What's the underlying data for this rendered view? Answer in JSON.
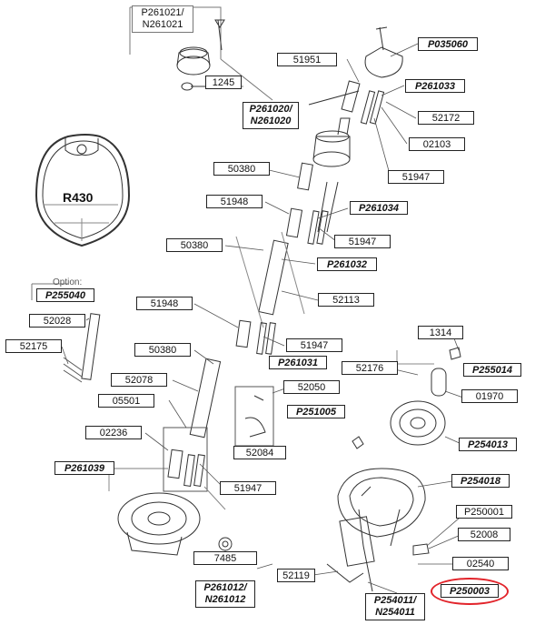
{
  "profile_label": "R430",
  "option_label": "Option:",
  "highlight_part": "P250003",
  "parts": {
    "p261021": "P261021/\nN261021",
    "p1245": "1245",
    "p51951": "51951",
    "p035060": "P035060",
    "p261033": "P261033",
    "p52172": "52172",
    "p02103": "02103",
    "p51947a": "51947",
    "p261020": "P261020/\nN261020",
    "p50380a": "50380",
    "p51948a": "51948",
    "p261034": "P261034",
    "p51947b": "51947",
    "p50380b": "50380",
    "p261032": "P261032",
    "p52113": "52113",
    "p255040": "P255040",
    "p52028": "52028",
    "p52175": "52175",
    "p51948b": "51948",
    "p51947c": "51947",
    "p50380c": "50380",
    "p261031": "P261031",
    "p52078": "52078",
    "p05501": "05501",
    "p52050": "52050",
    "p251005": "P251005",
    "p52084": "52084",
    "p02236": "02236",
    "p261039": "P261039",
    "p51947d": "51947",
    "p1314": "1314",
    "p52176": "52176",
    "p255014": "P255014",
    "p01970": "01970",
    "p254013": "P254013",
    "p254018": "P254018",
    "p250001": "P250001",
    "p52008": "52008",
    "p02540": "02540",
    "p250003": "P250003",
    "p7485": "7485",
    "p261012": "P261012/\nN261012",
    "p52119": "52119",
    "p254011": "P254011/\nN254011"
  }
}
